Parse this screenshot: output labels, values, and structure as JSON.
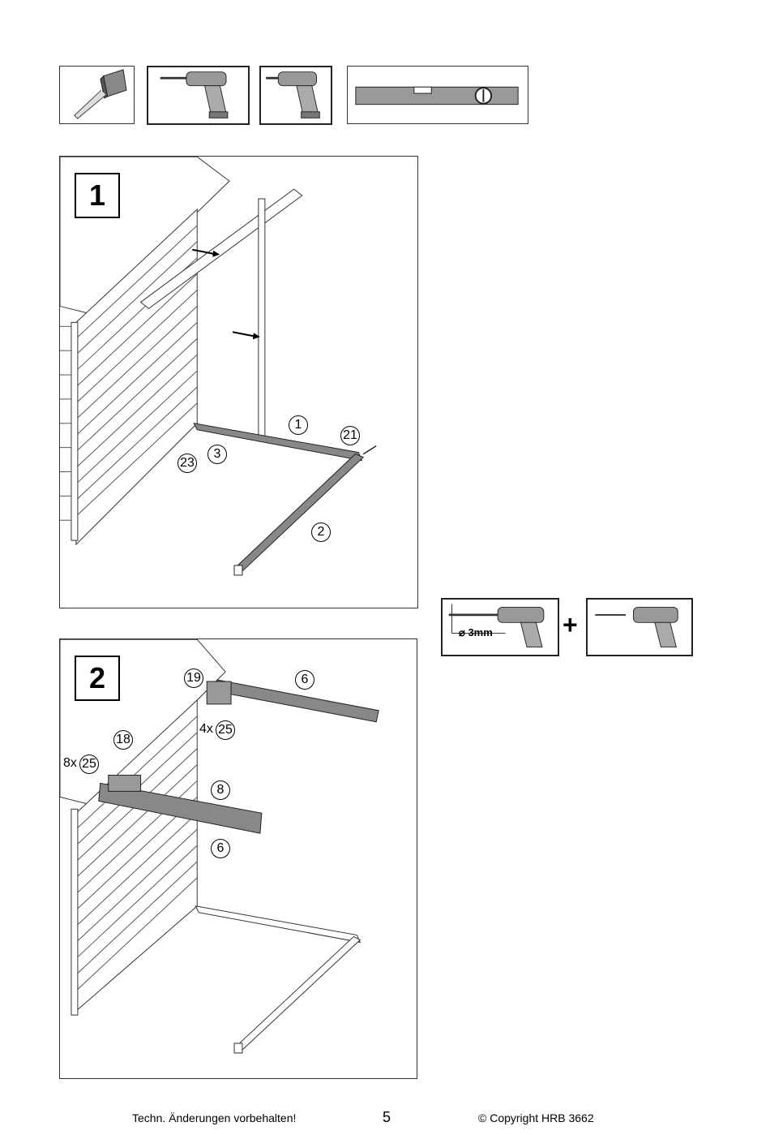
{
  "tools": {
    "tape_measure_icon": "tape-measure-icon",
    "drill_icon": "drill-icon",
    "level_icon": "spirit-level-icon"
  },
  "steps": [
    {
      "number": "1",
      "callouts": {
        "p1": "1",
        "p2": "2",
        "p3": "3",
        "p21": "21",
        "p23": "23"
      }
    },
    {
      "number": "2",
      "callouts": {
        "p19": "19",
        "p6a": "6",
        "p18": "18",
        "p8": "8",
        "p6b": "6",
        "p25a": "25",
        "p25b": "25"
      },
      "quantities": {
        "q4": "4x",
        "q8": "8x"
      }
    }
  ],
  "drill_hint": {
    "diameter_label": "⌀ 3mm",
    "plus": "+"
  },
  "footer": {
    "left": "Techn. Änderungen vorbehalten!",
    "page": "5",
    "right": "© Copyright HRB 3662"
  }
}
